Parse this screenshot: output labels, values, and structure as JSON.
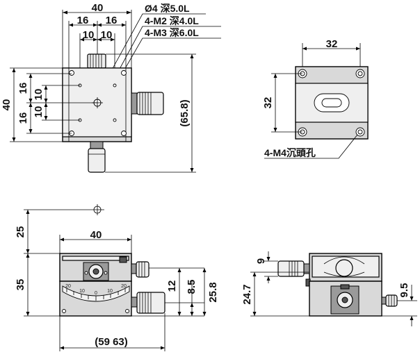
{
  "top_view": {
    "dim_width": "40",
    "dim_16_left": "16",
    "dim_16_right": "16",
    "dim_10_left": "10",
    "dim_10_right": "10",
    "dim_height": "40",
    "dim_16_top": "16",
    "dim_16_bottom": "16",
    "dim_10_top": "10",
    "dim_10_bottom": "10",
    "dim_overall_height": "(65.8)",
    "note_hole": "Ø4 深5.0L",
    "note_m2": "4-M2  深4.0L",
    "note_m3": "4-M3  深6.0L"
  },
  "bottom_view": {
    "dim_width": "32",
    "dim_height": "32",
    "note_m4": "4-M4沉頭孔"
  },
  "front_view": {
    "dim_25": "25",
    "dim_40": "40",
    "dim_35": "35",
    "dim_12": "12",
    "dim_8_5": "8.5",
    "dim_25_8": "25.8",
    "dim_overall_width": "(59 63)",
    "scale_labels": [
      "20",
      "10",
      "0",
      "10",
      "20"
    ]
  },
  "side_view": {
    "dim_9": "9",
    "dim_24_7": "24.7",
    "dim_9_5": "9.5"
  }
}
